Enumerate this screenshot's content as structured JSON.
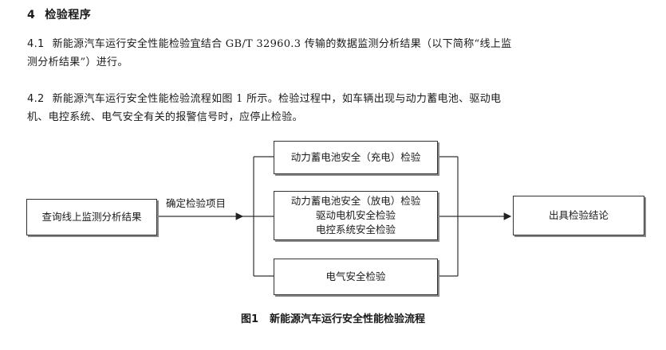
{
  "section": {
    "number": "4",
    "title": "检验程序"
  },
  "paragraphs": [
    {
      "number": "4.1",
      "line1": "新能源汽车运行安全性能检验宜结合 GB/T 32960.3 传输的数据监测分析结果（以下简称“线上监",
      "line2": "测分析结果”）进行。"
    },
    {
      "number": "4.2",
      "line1": "新能源汽车运行安全性能检验流程如图 1 所示。检验过程中，如车辆出现与动力蓄电池、驱动电",
      "line2": "机、电控系统、电气安全有关的报警信号时，应停止检验。"
    }
  ],
  "flowchart": {
    "start_box": "查询线上监测分析结果",
    "edge_label": "确定检验项目",
    "branch_top": "动力蓄电池安全（充电）检验",
    "branch_middle": [
      "动力蓄电池安全（放电）检验",
      "驱动电机安全检验",
      "电控系统安全检验"
    ],
    "branch_bottom": "电气安全检验",
    "end_box": "出具检验结论"
  },
  "figure_caption": {
    "label": "图1",
    "title": "新能源汽车运行安全性能检验流程"
  }
}
